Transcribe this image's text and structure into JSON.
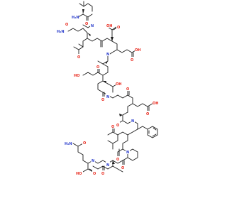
{
  "diagram": {
    "type": "skeletal-structure",
    "colors": {
      "bond": "#1a1a1a",
      "oxygen": "#e8281c",
      "nitrogen": "#2a3dcc",
      "background": "#ffffff"
    }
  },
  "labels": {
    "h2n_top": "H₂N",
    "o": "O",
    "h2n_amide": "H₂N",
    "nh": "H",
    "n": "N",
    "oh": "OH",
    "ho": "HO",
    "oh_sub": "OH"
  }
}
